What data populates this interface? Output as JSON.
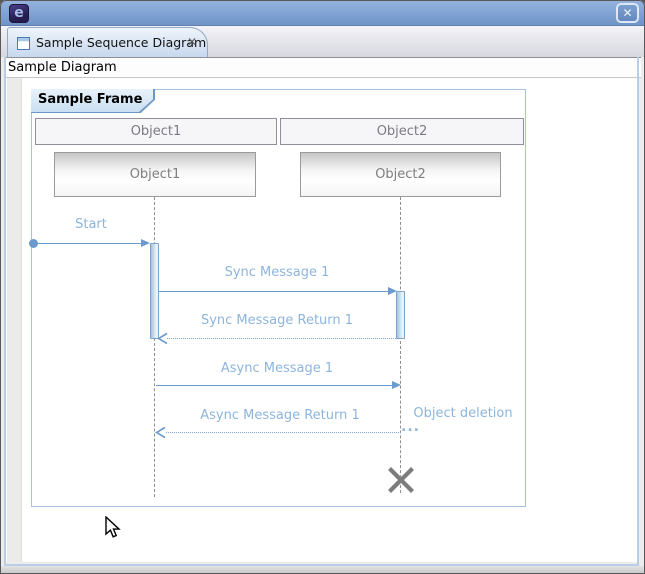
{
  "window": {
    "close_glyph": "✕",
    "app_icon_glyph": "e"
  },
  "tab_bar": {
    "tab": {
      "title": "Sample Sequence Diagram",
      "close_glyph": "✕"
    },
    "toolbar": {
      "dropdown_glyph": "▽",
      "icons": [
        "home-icon",
        "select-tool-icon",
        "zoom-in-icon",
        "zoom-out-icon",
        "menu-dropdown-icon"
      ],
      "selected_tool": "select"
    }
  },
  "header": {
    "title": "Sample Diagram"
  },
  "diagram": {
    "frame_label": "Sample Frame",
    "lifelines": [
      {
        "header": "Object1",
        "instance": "Object1"
      },
      {
        "header": "Object2",
        "instance": "Object2"
      }
    ],
    "messages": [
      {
        "label": "Start",
        "kind": "create",
        "line": "solid",
        "from": "frame-edge",
        "to": "Object1"
      },
      {
        "label": "Sync Message 1",
        "kind": "sync",
        "line": "solid",
        "from": "Object1",
        "to": "Object2"
      },
      {
        "label": "Sync Message Return 1",
        "kind": "return",
        "line": "dotted",
        "from": "Object2",
        "to": "Object1"
      },
      {
        "label": "Async Message 1",
        "kind": "async",
        "line": "solid",
        "from": "Object1",
        "to": "Object2"
      },
      {
        "label": "Async Message Return 1",
        "kind": "return",
        "line": "dotted",
        "from": "Object2",
        "to": "Object1"
      }
    ],
    "deletion": {
      "label": "Object deletion",
      "ellipsis": "...",
      "target": "Object2"
    }
  },
  "colors": {
    "titlebar": "#82a4d5",
    "tab_active": "#d4e1f2",
    "frame_border": "#a6c3e2",
    "frame_tag_fill": "#d5e6f5",
    "message_line": "#6b9bce",
    "message_label": "#8cb5de",
    "activation_fill": "#bcd6ec",
    "node_fill_top": "#c6c6c6",
    "node_text": "#7d7d87",
    "destruction_x": "#7c7c7c",
    "lifeline_dash": "#8f8f8f"
  }
}
